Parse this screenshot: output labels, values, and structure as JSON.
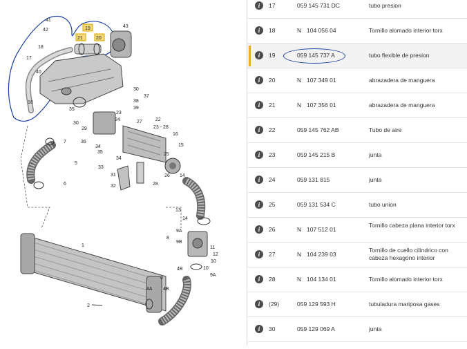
{
  "diagram": {
    "callouts": {
      "c1": "1",
      "c2": "2",
      "c3": "3",
      "c4a": "4A",
      "c4b": "4B",
      "c4b2": "4B",
      "c5": "5",
      "c6": "6",
      "c7": "7",
      "c8": "8",
      "c9a": "9A",
      "c9b": "9B",
      "c9a2": "9A",
      "c10": "10",
      "c11": "11",
      "c12": "12",
      "c13": "13",
      "c14": "14",
      "c14b": "14",
      "c15": "15",
      "c16": "16",
      "c17": "17",
      "c18": "18",
      "c19": "19",
      "c20": "20",
      "c21": "21",
      "c22": "22",
      "c2328": "23 - 28",
      "c23": "23",
      "c24": "24",
      "c25": "25",
      "c26": "26",
      "c27": "27",
      "c28": "28",
      "c29": "29",
      "c30": "30",
      "c30b": "30",
      "c31": "31",
      "c32": "32",
      "c33": "33",
      "c34": "34",
      "c35": "35",
      "c36": "36",
      "c37": "37",
      "c38": "38",
      "c39": "39",
      "c40": "40",
      "c41": "41",
      "c42": "42",
      "c43": "43"
    }
  },
  "parts": [
    {
      "pos": "17",
      "prefix": "",
      "number": "059 145 731 DC",
      "desc": "tubo presion"
    },
    {
      "pos": "18",
      "prefix": "N",
      "number": "104 056 04",
      "desc": "Tornillo alomado interior torx"
    },
    {
      "pos": "19",
      "prefix": "",
      "number": "059 145 737 A",
      "desc": "tubo flexible de presion",
      "selected": true
    },
    {
      "pos": "20",
      "prefix": "N",
      "number": "107 349 01",
      "desc": "abrazadera de manguera"
    },
    {
      "pos": "21",
      "prefix": "N",
      "number": "107 356 01",
      "desc": "abrazadera de manguera"
    },
    {
      "pos": "22",
      "prefix": "",
      "number": "059 145 762 AB",
      "desc": "Tubo de aire"
    },
    {
      "pos": "23",
      "prefix": "",
      "number": "059 145 215 B",
      "desc": "junta"
    },
    {
      "pos": "24",
      "prefix": "",
      "number": "059 131 815",
      "desc": "junta"
    },
    {
      "pos": "25",
      "prefix": "",
      "number": "059 131 534 C",
      "desc": "tubo union"
    },
    {
      "pos": "26",
      "prefix": "N",
      "number": "107 512 01",
      "desc": "Tornillo cabeza plana interior torx"
    },
    {
      "pos": "27",
      "prefix": "N",
      "number": "104 239 03",
      "desc": "Tornillo de cuello cilindrico con cabeza hexagono interior"
    },
    {
      "pos": "28",
      "prefix": "N",
      "number": "104 134 01",
      "desc": "Tornillo alomado interior torx"
    },
    {
      "pos": "(29)",
      "prefix": "",
      "number": "059 129 593 H",
      "desc": "tubuladura mariposa gases"
    },
    {
      "pos": "30",
      "prefix": "",
      "number": "059 129 069 A",
      "desc": "junta"
    }
  ],
  "info_icon": "info-icon",
  "colors": {
    "highlight_box": "#f5d97a",
    "selection_marker": "#e8b020",
    "annotation": "#1a3fa6"
  }
}
